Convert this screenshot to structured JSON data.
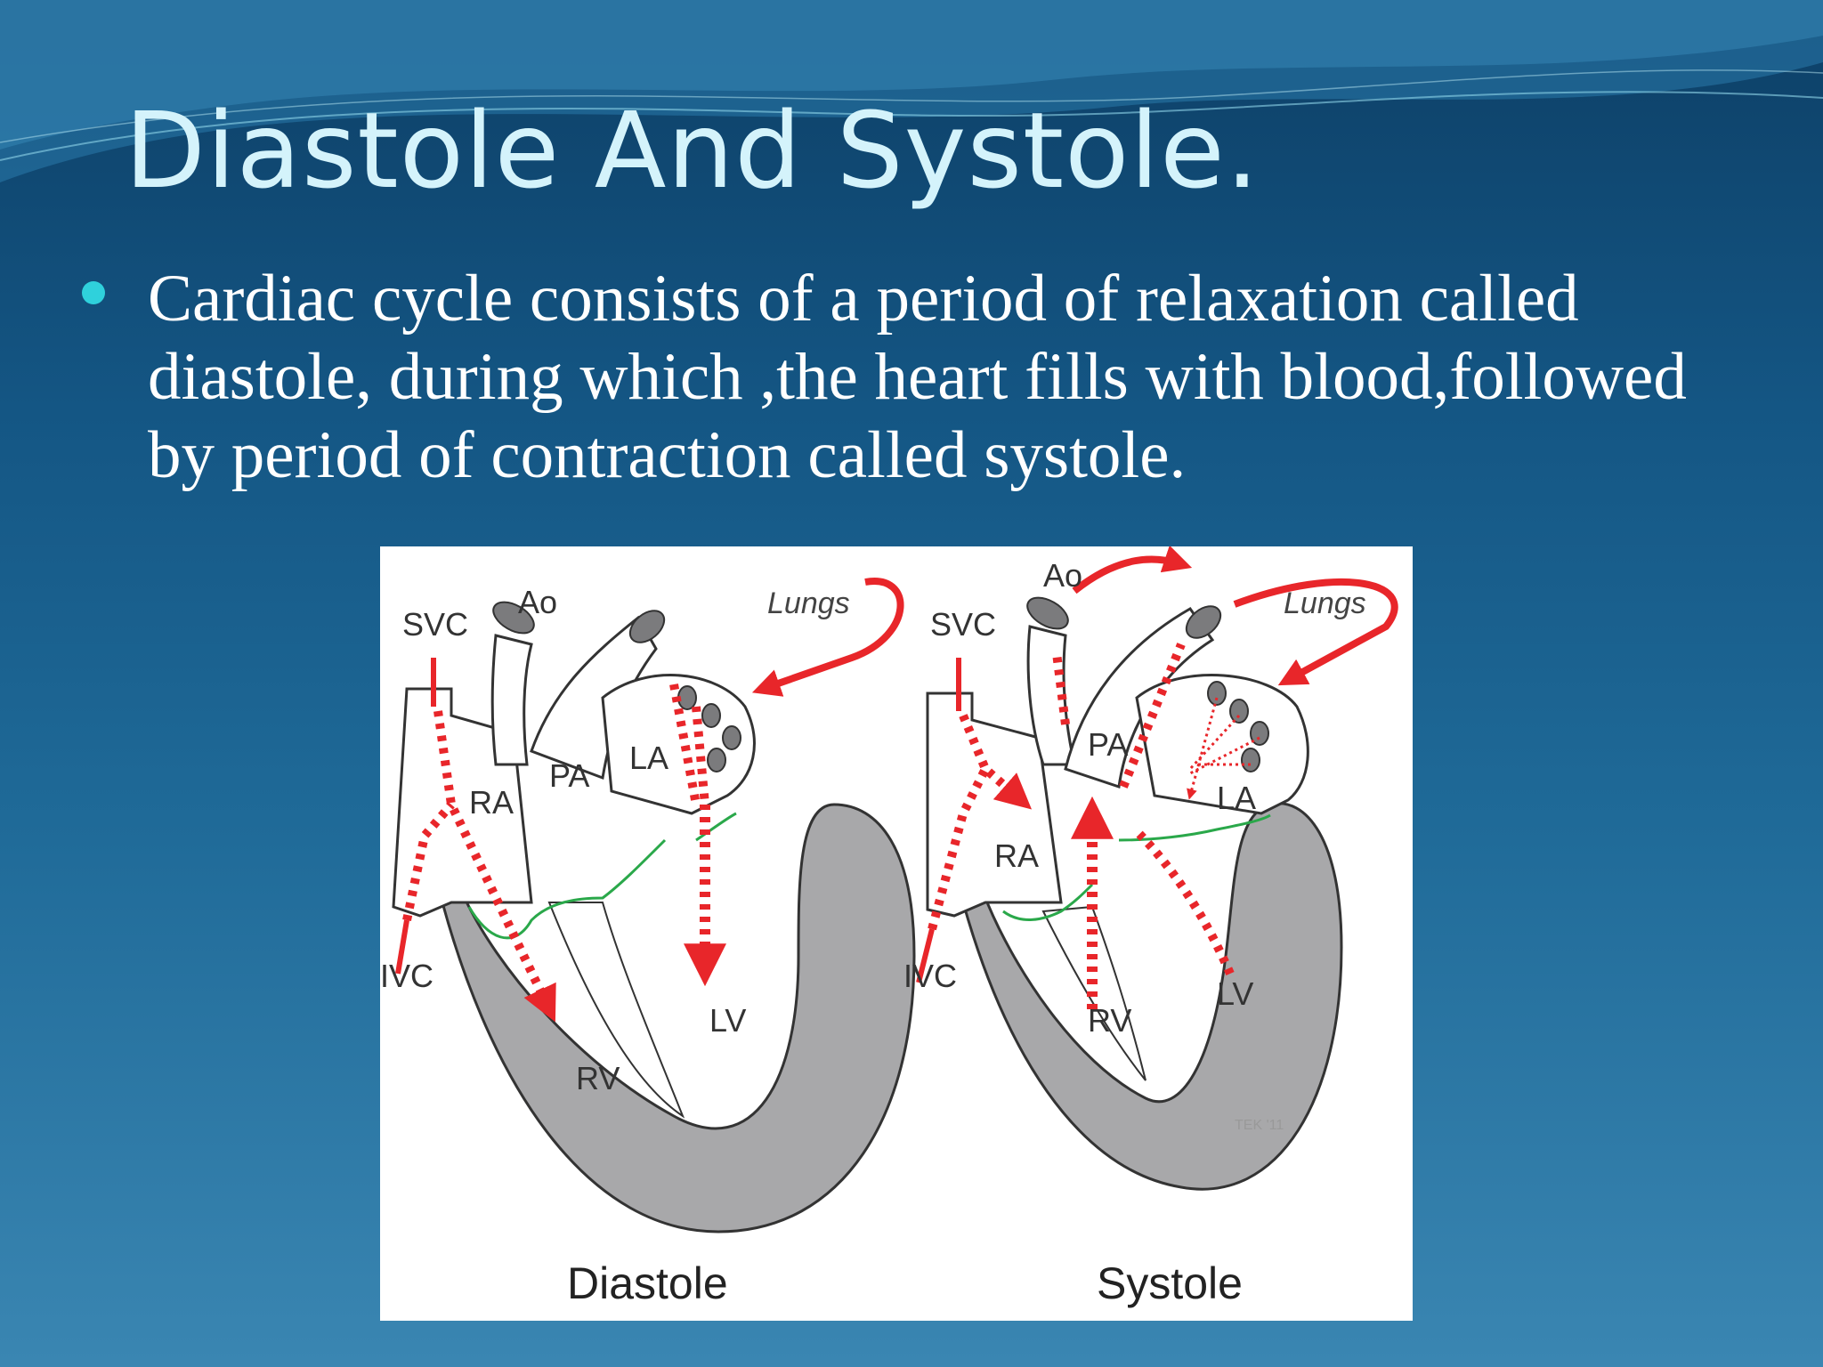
{
  "slide": {
    "title": "Diastole And Systole.",
    "bullet": "Cardiac cycle consists of a period of relaxation called diastole, during which ,the heart fills with blood,followed by period of contraction called systole."
  },
  "colors": {
    "title": "#d4f3fb",
    "bullet_dot": "#2fd1dc",
    "flow_arrow": "#e8262a",
    "valve_line": "#2aa84a",
    "muscle": "#a8a8aa"
  },
  "diagram": {
    "diastole": {
      "caption": "Diastole",
      "labels": {
        "svc": "SVC",
        "ao": "Ao",
        "lungs": "Lungs",
        "ra": "RA",
        "pa": "PA",
        "la": "LA",
        "ivc": "IVC",
        "rv": "RV",
        "lv": "LV"
      }
    },
    "systole": {
      "caption": "Systole",
      "labels": {
        "svc": "SVC",
        "ao": "Ao",
        "lungs": "Lungs",
        "ra": "RA",
        "pa": "PA",
        "la": "LA",
        "ivc": "IVC",
        "rv": "RV",
        "lv": "LV"
      }
    },
    "credit": "TEK '11"
  }
}
